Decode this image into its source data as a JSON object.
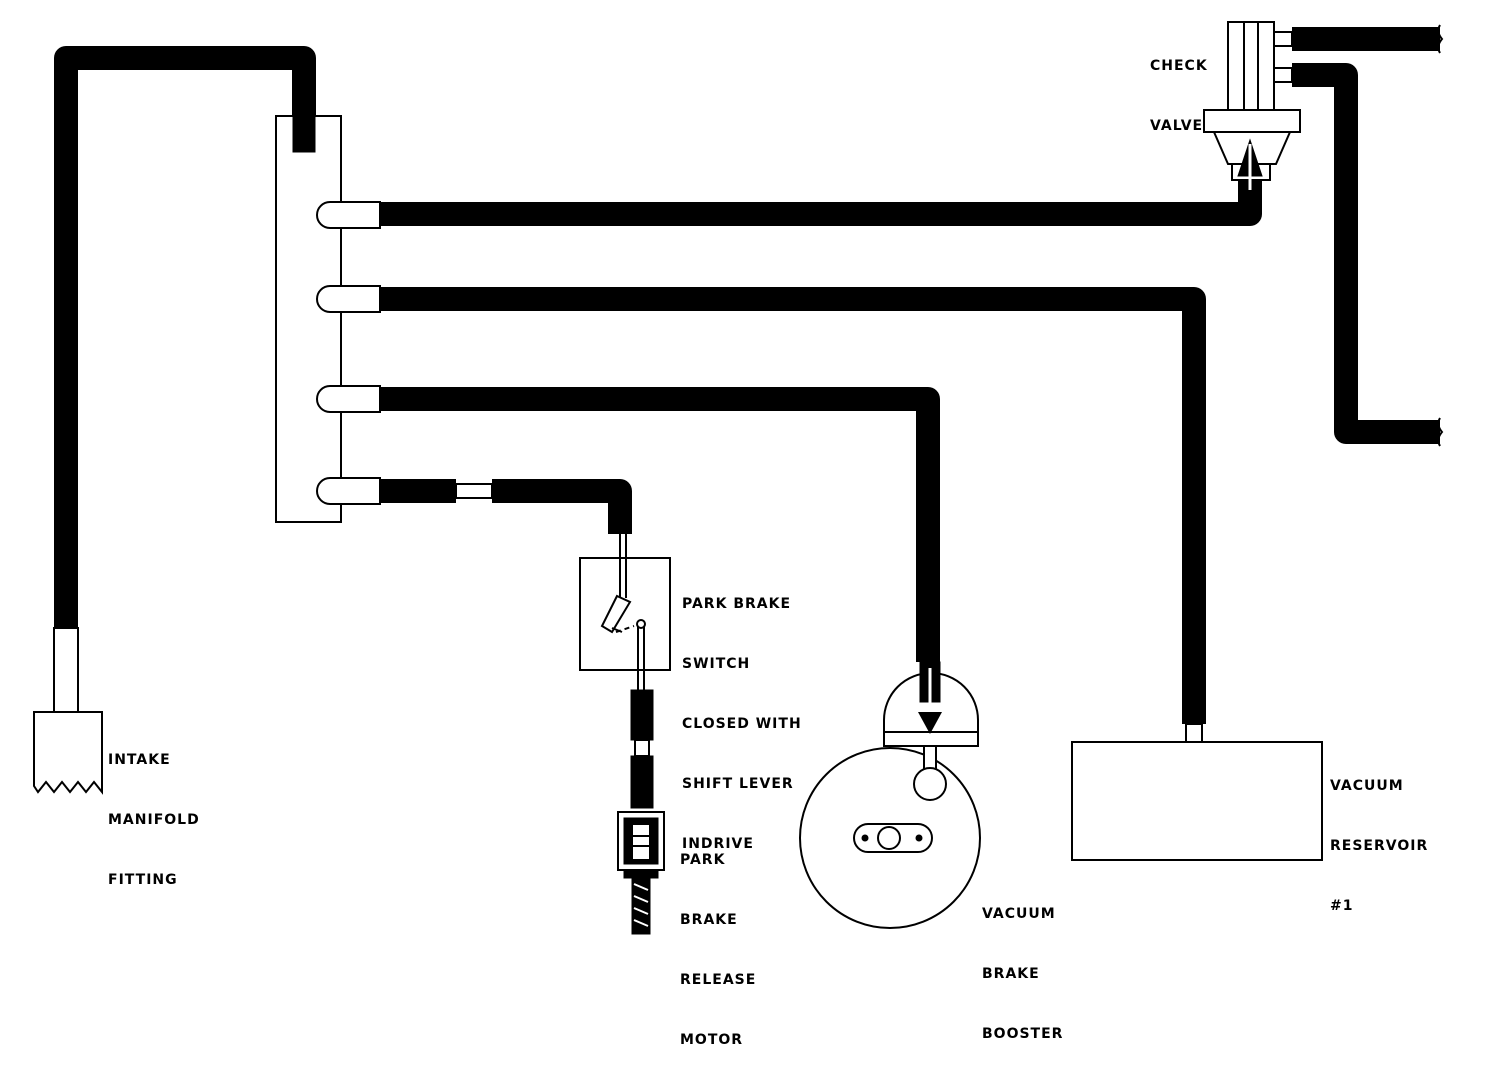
{
  "labels": {
    "check_valve": [
      "CHECK",
      "VALVE"
    ],
    "intake_manifold_fitting": [
      "INTAKE",
      "MANIFOLD",
      "FITTING"
    ],
    "park_brake_switch": [
      "PARK BRAKE",
      "SWITCH",
      "CLOSED WITH",
      "SHIFT LEVER",
      "INDRIVE"
    ],
    "park_brake_release_motor": [
      "PARK",
      "BRAKE",
      "RELEASE",
      "MOTOR"
    ],
    "vacuum_brake_booster": [
      "VACUUM",
      "BRAKE",
      "BOOSTER"
    ],
    "vacuum_reservoir": [
      "VACUUM",
      "RESERVOIR",
      "#1"
    ]
  },
  "colors": {
    "ink": "#000000",
    "paper": "#ffffff"
  }
}
